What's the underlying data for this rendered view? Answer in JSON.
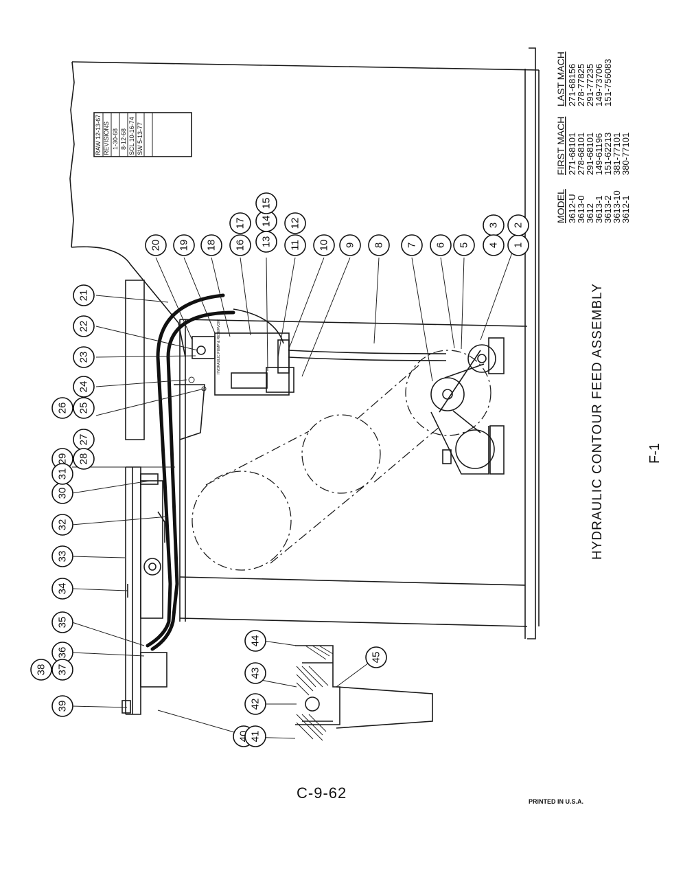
{
  "title": "HYDRAULIC CONTOUR FEED ASSEMBLY",
  "figure_id": "F-1",
  "page_number": "C-9-62",
  "printed_note": "PRINTED IN U.S.A.",
  "revisions": {
    "header_top": "RAW 12-13-67",
    "header": "REVISIONS",
    "entries": [
      "1-30-68",
      "8-12-68",
      "SCL 10-16-74",
      "SW 5-13-77"
    ]
  },
  "model_table": {
    "columns": [
      "MODEL",
      "FIRST MACH",
      "LAST MACH"
    ],
    "rows": [
      [
        "3612-U",
        "271-68101",
        "271-68156"
      ],
      [
        "3613-0",
        "278-68101",
        "278-77825"
      ],
      [
        "3612",
        "291-68101",
        "291-77235"
      ],
      [
        "3613-1",
        "149-61196",
        "149-73706"
      ],
      [
        "3613-2",
        "151-62213",
        "151-756083"
      ],
      [
        "3613-10",
        "381-77101",
        ""
      ],
      [
        "3612-1",
        "380-77101",
        ""
      ]
    ]
  },
  "callouts": [
    {
      "id": "c1",
      "labels": [
        "1"
      ]
    },
    {
      "id": "c2",
      "labels": [
        "2"
      ]
    },
    {
      "id": "c3",
      "labels": [
        "3"
      ]
    },
    {
      "id": "c4",
      "labels": [
        "4"
      ]
    },
    {
      "id": "c5",
      "labels": [
        "5"
      ]
    },
    {
      "id": "c6",
      "labels": [
        "6"
      ]
    },
    {
      "id": "c7",
      "labels": [
        "7"
      ]
    },
    {
      "id": "c8",
      "labels": [
        "8"
      ]
    },
    {
      "id": "c9",
      "labels": [
        "9"
      ]
    },
    {
      "id": "c10",
      "labels": [
        "10"
      ]
    },
    {
      "id": "c11",
      "labels": [
        "11"
      ]
    },
    {
      "id": "c12",
      "labels": [
        "12"
      ]
    },
    {
      "id": "c13",
      "labels": [
        "13"
      ]
    },
    {
      "id": "c14",
      "labels": [
        "14"
      ]
    },
    {
      "id": "c15",
      "labels": [
        "15"
      ]
    },
    {
      "id": "c16",
      "labels": [
        "16"
      ]
    },
    {
      "id": "c17",
      "labels": [
        "17"
      ]
    },
    {
      "id": "c18",
      "labels": [
        "18"
      ]
    },
    {
      "id": "c19",
      "labels": [
        "19"
      ]
    },
    {
      "id": "c20",
      "labels": [
        "20"
      ]
    },
    {
      "id": "c21",
      "labels": [
        "21"
      ]
    },
    {
      "id": "c22",
      "labels": [
        "22"
      ]
    },
    {
      "id": "c23",
      "labels": [
        "23"
      ]
    },
    {
      "id": "c24",
      "labels": [
        "24"
      ]
    },
    {
      "id": "c25",
      "labels": [
        "25"
      ]
    },
    {
      "id": "c26",
      "labels": [
        "26"
      ]
    },
    {
      "id": "c27",
      "labels": [
        "27"
      ]
    },
    {
      "id": "c28",
      "labels": [
        "28"
      ]
    },
    {
      "id": "c29",
      "labels": [
        "29"
      ]
    },
    {
      "id": "c30",
      "labels": [
        "30"
      ]
    },
    {
      "id": "c31",
      "labels": [
        "31"
      ]
    },
    {
      "id": "c32",
      "labels": [
        "32"
      ]
    },
    {
      "id": "c33",
      "labels": [
        "33"
      ]
    },
    {
      "id": "c34",
      "labels": [
        "34"
      ]
    },
    {
      "id": "c35",
      "labels": [
        "35"
      ]
    },
    {
      "id": "c36",
      "labels": [
        "36"
      ]
    },
    {
      "id": "c37",
      "labels": [
        "37"
      ]
    },
    {
      "id": "c38",
      "labels": [
        "38"
      ]
    },
    {
      "id": "c39",
      "labels": [
        "39"
      ]
    },
    {
      "id": "c40",
      "labels": [
        "40"
      ]
    },
    {
      "id": "c41",
      "labels": [
        "41"
      ]
    },
    {
      "id": "c42",
      "labels": [
        "42"
      ]
    },
    {
      "id": "c43",
      "labels": [
        "43"
      ]
    },
    {
      "id": "c44",
      "labels": [
        "44"
      ]
    },
    {
      "id": "c45",
      "labels": [
        "45"
      ]
    }
  ],
  "decal_text": "HYDRAULIC PUMP & RESERVOIR"
}
